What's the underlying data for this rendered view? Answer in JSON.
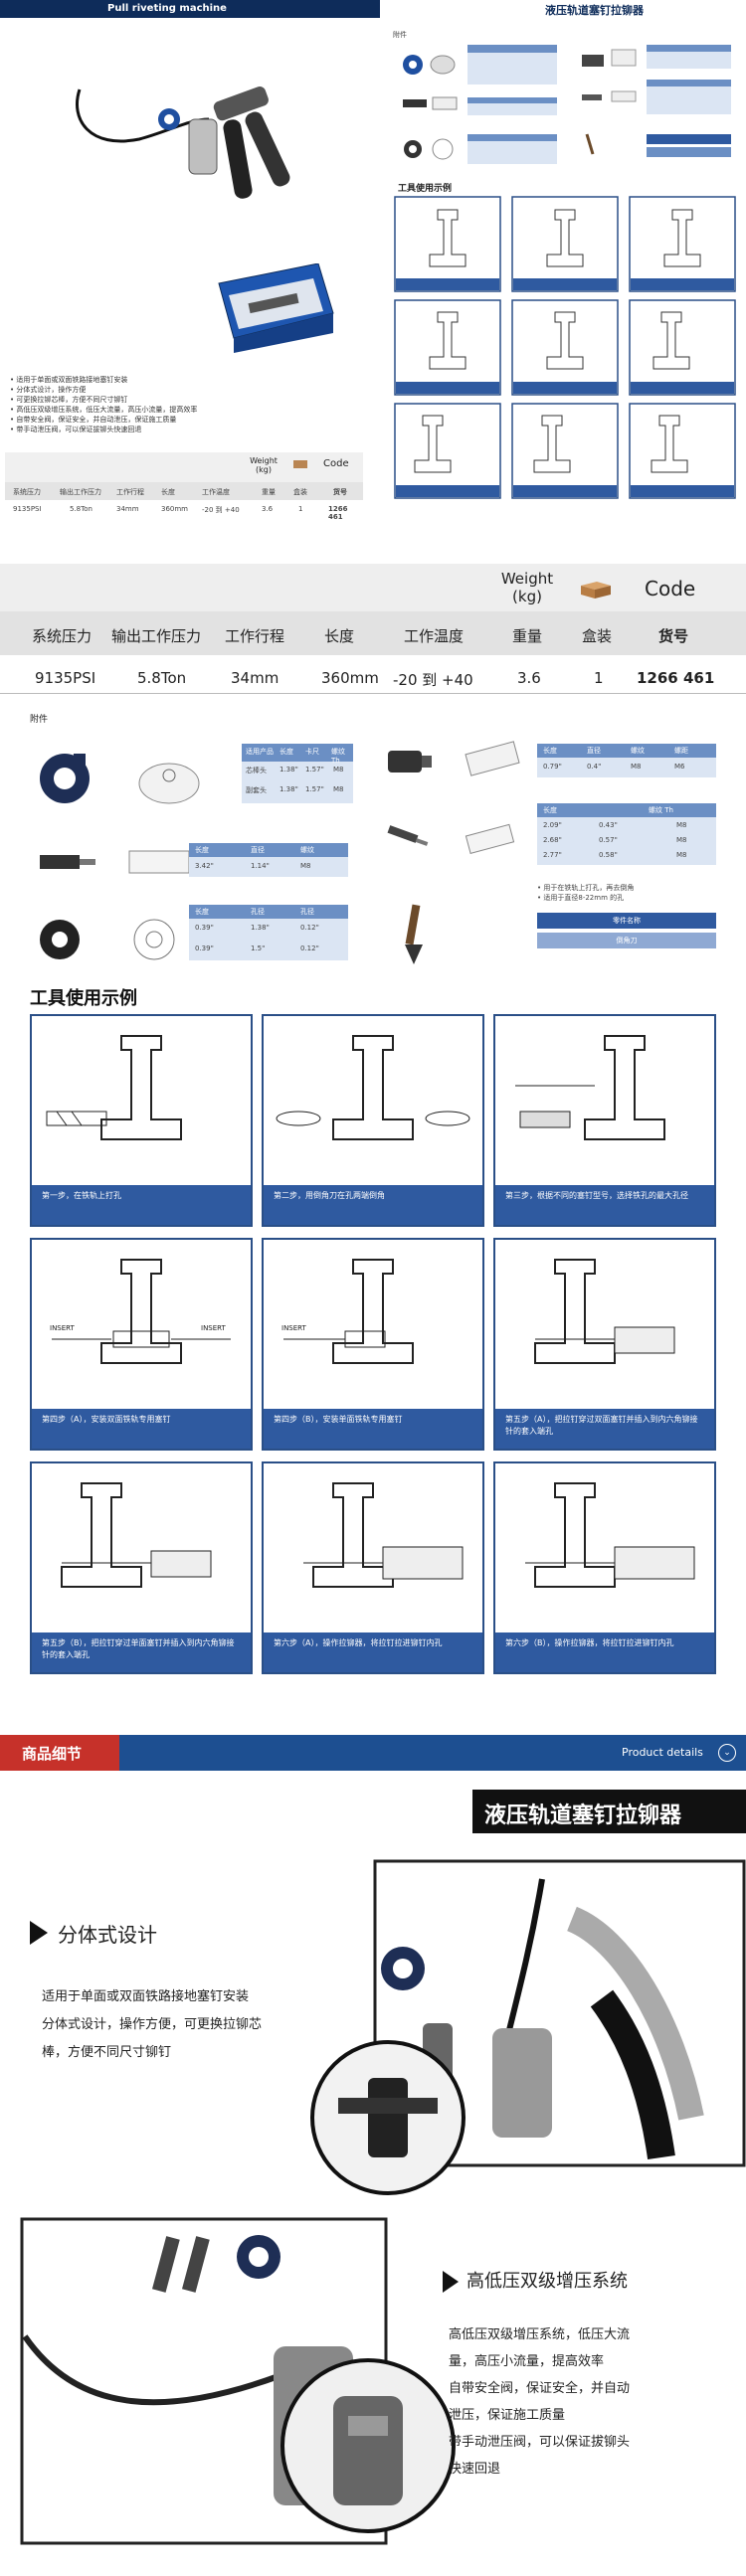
{
  "top": {
    "banner_left": "Pull riveting machine",
    "banner_right": "液压轨道塞钉拉铆器",
    "accessory_label_small": "附件",
    "usage_title_small": "工具使用示例",
    "bullets": [
      "适用于单面或双面铁路接地塞钉安装",
      "分体式设计，操作方便",
      "可更换拉铆芯棒，方便不同尺寸铆钉",
      "高低压双级增压系统，低压大流量，高压小流量，提高效率",
      "自带安全阀，保证安全，并自动泄压，保证施工质量",
      "带手动泄压阀，可以保证拔铆头快速回退"
    ],
    "table": {
      "weight_label": "Weight (kg)",
      "code_label": "Code",
      "headers": [
        "系统压力",
        "输出工作压力",
        "工作行程",
        "长度",
        "工作温度",
        "重量",
        "盒装",
        "货号"
      ],
      "row": [
        "9135PSI",
        "5.8Ton",
        "34mm",
        "360mm",
        "-20 到 +40",
        "3.6",
        "1",
        "1266 461"
      ]
    }
  },
  "main_table": {
    "weight_label": "Weight\n(kg)",
    "code_label": "Code",
    "headers": [
      "系统压力",
      "输出工作压力",
      "工作行程",
      "长度",
      "工作温度",
      "重量",
      "盒装",
      "货号"
    ],
    "row": [
      "9135PSI",
      "5.8Ton",
      "34mm",
      "360mm",
      "-20 到 +40",
      "3.6",
      "1",
      "1266 461"
    ]
  },
  "accessories": {
    "label": "附件",
    "left_tables": [
      {
        "headers": [
          "适用产品",
          "长度",
          "卡尺",
          "螺纹 Th"
        ],
        "rows": [
          [
            "芯棒头",
            "1.38\"",
            "1.57\"",
            "M8"
          ],
          [
            "副套头",
            "1.38\"",
            "1.57\"",
            "M8"
          ]
        ]
      },
      {
        "headers": [
          "长度",
          "直径",
          "螺纹"
        ],
        "rows": [
          [
            "3.42\"",
            "1.14\"",
            "M8"
          ]
        ]
      },
      {
        "headers": [
          "长度",
          "孔径",
          "孔径"
        ],
        "rows": [
          [
            "0.39\"",
            "1.38\"",
            "0.12\""
          ],
          [
            "0.39\"",
            "1.5\"",
            "0.12\""
          ]
        ]
      }
    ],
    "right_tables": [
      {
        "headers": [
          "长度",
          "直径",
          "螺纹",
          "螺距"
        ],
        "rows": [
          [
            "0.79\"",
            "0.4\"",
            "M8",
            "M6"
          ]
        ]
      },
      {
        "headers": [
          "长度",
          "",
          "螺纹 Th",
          ""
        ],
        "rows": [
          [
            "2.09\"",
            "0.43\"",
            "",
            "M8"
          ],
          [
            "2.68\"",
            "0.57\"",
            "",
            "M8"
          ],
          [
            "2.77\"",
            "0.58\"",
            "",
            "M8"
          ]
        ]
      }
    ],
    "notes": [
      "用于在铁轨上打孔，再去倒角",
      "适用于直径8-22mm 的孔"
    ],
    "buttons": [
      "零件名称",
      "倒角刀"
    ]
  },
  "usage": {
    "title": "工具使用示例",
    "steps": [
      "第一步，在铁轨上打孔",
      "第二步，用倒角刀在孔两端倒角",
      "第三步，根据不同的塞钉型号，选择铁孔的最大孔径",
      "第四步（A），安装双面铁轨专用塞钉",
      "第四步（B），安装单面铁轨专用塞钉",
      "第五步（A），把拉钉穿过双面塞钉并插入到内六角铆接针的套入端孔",
      "第五步（B），把拉钉穿过单面塞钉并插入到内六角铆接针的套入端孔",
      "第六步（A），操作拉铆器，将拉钉拉进铆钉内孔",
      "第六步（B），操作拉铆器，将拉钉拉进铆钉内孔"
    ],
    "insert_label": "INSERT"
  },
  "details": {
    "header_left": "商品细节",
    "header_right": "Product details",
    "product_title": "液压轨道塞钉拉铆器",
    "feature1_title": "分体式设计",
    "feature1_lines": [
      "适用于单面或双面铁路接地塞钉安装",
      "分体式设计，操作方便，可更换拉铆芯",
      "棒，方便不同尺寸铆钉"
    ],
    "feature2_title": "高低压双级增压系统",
    "feature2_lines": [
      "高低压双级增压系统，低压大流",
      "量，高压小流量，提高效率",
      "自带安全阀，保证安全，并自动",
      "泄压，保证施工质量",
      "带手动泄压阀，可以保证拔铆头",
      "快速回退"
    ]
  },
  "colors": {
    "navy": "#0e2c5a",
    "blue": "#2f5aa0",
    "red": "#c6312a",
    "light_blue": "#dbe5f3"
  },
  "icons": [
    "chevron-circle-down-icon",
    "play-triangle-icon"
  ]
}
